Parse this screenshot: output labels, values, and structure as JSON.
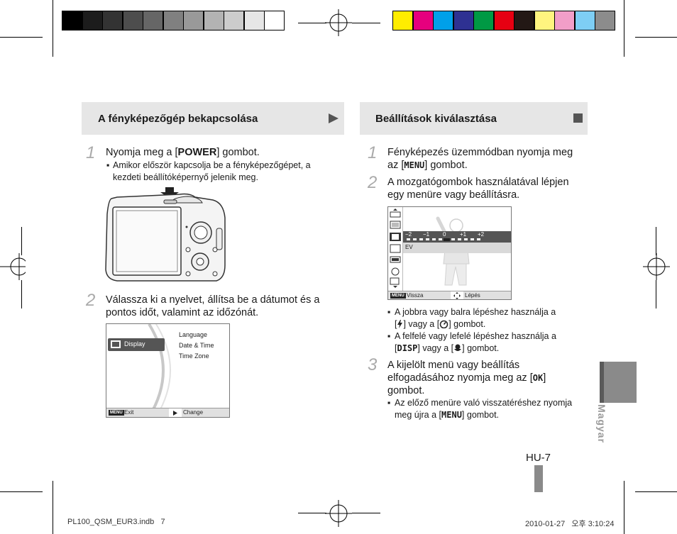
{
  "colors": {
    "gray_bars": [
      "#000000",
      "#1c1c1c",
      "#333333",
      "#4d4d4d",
      "#666666",
      "#808080",
      "#999999",
      "#b3b3b3",
      "#cccccc",
      "#e6e6e6",
      "#ffffff"
    ],
    "color_bars": [
      "#ffed00",
      "#e6007e",
      "#00a0e9",
      "#2e3192",
      "#009944",
      "#e60012",
      "#231815",
      "#fff47f",
      "#f29ec8",
      "#7ecef4",
      "#8c8c8c"
    ],
    "header_bg": "#e6e6e6",
    "side_tab": "#8a8a8a"
  },
  "left": {
    "header": "A fényképezőgép bekapcsolása",
    "step1": {
      "num": "1",
      "text_pre": "Nyomja meg a [",
      "key": "POWER",
      "text_post": "] gombot.",
      "bullet_line1": "Amikor először kapcsolja be a fényképezőgépet, a",
      "bullet_line2": "kezdeti beállítóképernyő jelenik meg."
    },
    "step2": {
      "num": "2",
      "line1": "Válassza ki a nyelvet, állítsa be a dátumot és a",
      "line2": "pontos időt, valamint az időzónát."
    },
    "menu_screen": {
      "selected": "Display",
      "items": [
        "Language",
        "Date & Time",
        "Time Zone"
      ],
      "bottom_left_key": "MENU",
      "bottom_left": "Exit",
      "bottom_right": "Change"
    }
  },
  "right": {
    "header": "Beállítások kiválasztása",
    "step1": {
      "num": "1",
      "line1": "Fényképezés üzemmódban nyomja meg",
      "line2_pre": "az [",
      "key": "MENU",
      "line2_post": "] gombot."
    },
    "step2": {
      "num": "2",
      "line1": "A mozgatógombok használatával lépjen",
      "line2": "egy menüre vagy beállításra."
    },
    "ev_screen": {
      "scale": [
        "−2",
        "−1",
        "0",
        "+1",
        "+2"
      ],
      "label": "EV",
      "bottom_left_key": "MENU",
      "bottom_left": "Vissza",
      "bottom_right": "Lépés"
    },
    "bullets": {
      "b1_line1": "A jobbra vagy balra lépéshez használja a",
      "b1_line2_pre": "[",
      "b1_line2_mid": "] vagy a [",
      "b1_line2_post": "] gombot.",
      "b2_line1": "A felfelé vagy lefelé lépéshez használja a",
      "b2_line2_pre": "[",
      "b2_key": "DISP",
      "b2_line2_mid": "] vagy a [",
      "b2_line2_post": "] gombot."
    },
    "step3": {
      "num": "3",
      "line1": "A kijelölt menü vagy beállítás",
      "line2_pre": "elfogadásához nyomja meg az [",
      "key": "OK",
      "line2_post": "]",
      "line3": "gombot.",
      "bullet_line1": "Az előző menüre való visszatéréshez nyomja",
      "bullet_line2_pre": "meg újra a [",
      "bullet_key": "MENU",
      "bullet_line2_post": "] gombot."
    }
  },
  "side_label": "Magyar",
  "page_number": "HU-7",
  "footer": {
    "file": "PL100_QSM_EUR3.indb   7",
    "date": "2010-01-27   오후 3:10:24"
  }
}
